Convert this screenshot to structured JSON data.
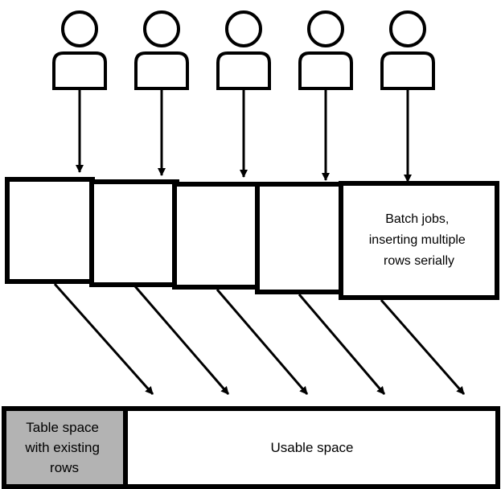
{
  "diagram": {
    "users_count": 5,
    "batch_label_lines": [
      "Batch jobs,",
      "inserting multiple",
      "rows serially"
    ],
    "existing_rows_lines": [
      "Table space",
      "with existing",
      "rows"
    ],
    "usable_space_label": "Usable space",
    "colors": {
      "stroke": "#000000",
      "background": "#ffffff",
      "existing_rows_fill": "#b3b3b3"
    }
  }
}
